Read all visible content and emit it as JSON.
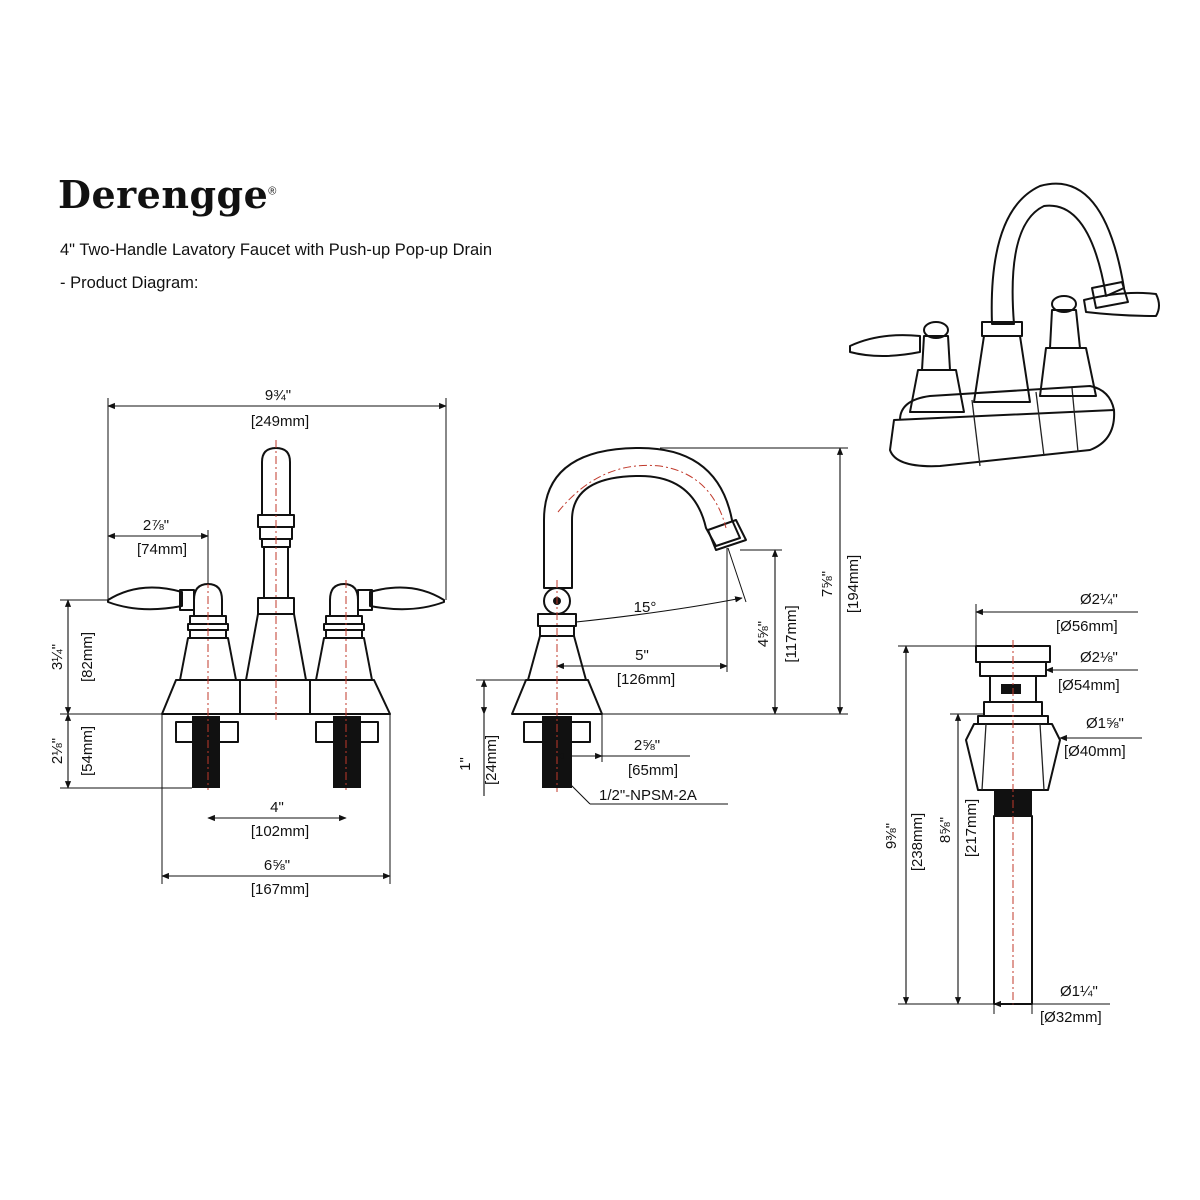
{
  "header": {
    "brand": "Derengge",
    "brand_mark": "®",
    "title": "4\" Two-Handle Lavatory Faucet with Push-up Pop-up Drain",
    "subtitle": "- Product Diagram:"
  },
  "front_view": {
    "overall_width_in": "9¾\"",
    "overall_width_mm": "[249mm]",
    "handle_offset_in": "2⅞\"",
    "handle_offset_mm": "[74mm]",
    "body_height_in": "3¼\"",
    "body_height_mm": "[82mm]",
    "shank_length_in": "2⅛\"",
    "shank_length_mm": "[54mm]",
    "center_spread_in": "4\"",
    "center_spread_mm": "[102mm]",
    "base_width_in": "6⅝\"",
    "base_width_mm": "[167mm]"
  },
  "side_view": {
    "spout_angle": "15°",
    "spout_reach_in": "5\"",
    "spout_reach_mm": "[126mm]",
    "spout_height_in": "4⅝\"",
    "spout_height_mm": "[117mm]",
    "total_height_in": "7⅝\"",
    "total_height_mm": "[194mm]",
    "base_height_in": "1\"",
    "base_height_mm": "[24mm]",
    "base_depth_in": "2⅝\"",
    "base_depth_mm": "[65mm]",
    "thread_spec": "1/2\"-NPSM-2A"
  },
  "drain_view": {
    "cap_dia_in": "Ø2¼\"",
    "cap_dia_mm": "[Ø56mm]",
    "flange_dia_in": "Ø2⅛\"",
    "flange_dia_mm": "[Ø54mm]",
    "body_dia_in": "Ø1⅝\"",
    "body_dia_mm": "[Ø40mm]",
    "total_len_in": "9⅜\"",
    "total_len_mm": "[238mm]",
    "body_len_in": "8⅝\"",
    "body_len_mm": "[217mm]",
    "tail_dia_in": "Ø1¼\"",
    "tail_dia_mm": "[Ø32mm]"
  }
}
